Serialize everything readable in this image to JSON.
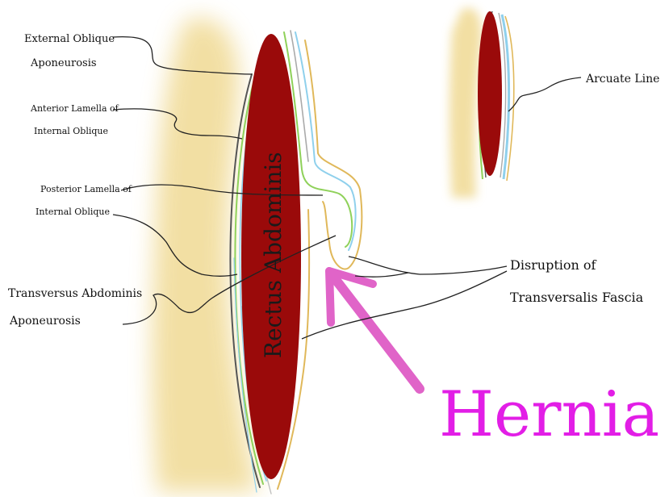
{
  "labels": {
    "external_oblique_line1": "External Oblique",
    "external_oblique_line2": "Aponeurosis",
    "anterior_lamella_line1": "Anterior Lamella of",
    "anterior_lamella_line2": "Internal Oblique",
    "posterior_lamella_line1": "Posterior Lamella of",
    "posterior_lamella_line2": "Internal Oblique",
    "transversus_line1": "Transversus Abdominis",
    "transversus_line2": "Aponeurosis",
    "rectus": "Rectus Abdominis",
    "arcuate": "Arcuate Line",
    "disruption_line1": "Disruption of",
    "disruption_line2": "Transversalis Fascia",
    "hernia": "Hernia"
  },
  "colors": {
    "fat": "#f1dc9a",
    "rectus_muscle": "#9a0a0a",
    "external_oblique_layer": "#555555",
    "internal_oblique_layer": "#8fd15a",
    "transversus_layer": "#8fd0ec",
    "fascia_layer": "#e0b85a",
    "hernia_arrow": "#e064c8",
    "hernia_text": "#e21ee6"
  }
}
